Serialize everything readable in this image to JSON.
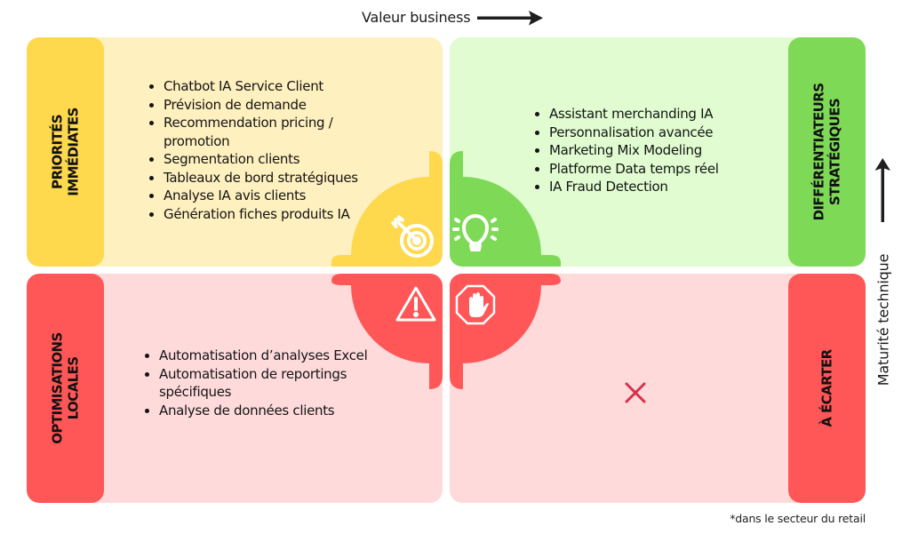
{
  "axes": {
    "x_label": "Valeur business",
    "y_label": "Maturité technique",
    "x_arrow_icon": "arrow-right-icon",
    "y_arrow_icon": "arrow-up-icon"
  },
  "quadrants": {
    "top_left": {
      "title_lines": [
        "PRIORITÉS",
        "IMMÉDIATES"
      ],
      "color": "#fed84d",
      "background": "#fff0bf",
      "icon": "target-icon",
      "items": [
        "Chatbot IA Service Client",
        "Prévision de demande",
        "Recommendation pricing / promotion",
        "Segmentation clients",
        "Tableaux de bord stratégiques",
        "Analyse IA avis clients",
        "Génération fiches produits IA"
      ]
    },
    "top_right": {
      "title_lines": [
        "DIFFÉRENTIATEURS",
        "STRATÉGIQUES"
      ],
      "color": "#7ed957",
      "background": "#e0fcd0",
      "icon": "lightbulb-icon",
      "items": [
        "Assistant merchanding IA",
        "Personnalisation avancée",
        "Marketing Mix Modeling",
        "Platforme Data temps réel",
        "IA Fraud Detection"
      ]
    },
    "bottom_left": {
      "title_lines": [
        "OPTIMISATIONS",
        "LOCALES"
      ],
      "color": "#ff5757",
      "background": "#fedadb",
      "icon": "warning-icon",
      "items": [
        "Automatisation d’analyses Excel",
        "Automatisation de reportings spécifiques",
        "Analyse de données clients"
      ]
    },
    "bottom_right": {
      "title_lines": [
        "À ÉCARTER"
      ],
      "color": "#ff5757",
      "background": "#fedadb",
      "icon": "stop-hand-icon",
      "empty_marker_icon": "cross-icon",
      "empty_marker_color": "#d9304a",
      "items": []
    }
  },
  "footnote": "*dans le secteur du retail"
}
